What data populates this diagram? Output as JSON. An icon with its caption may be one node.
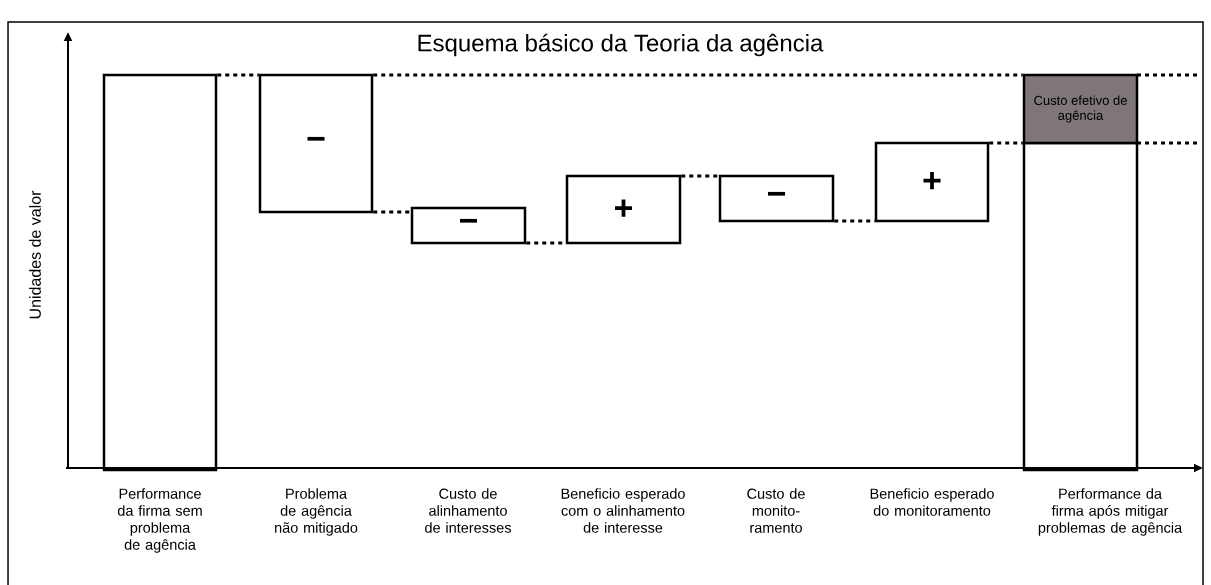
{
  "diagram": {
    "title": "Esquema básico da Teoria da agência",
    "nodes": [
      {
        "text": [],
        "shape": "bar"
      },
      {
        "text": [
          "−"
        ]
      },
      {
        "text": [
          "−"
        ]
      },
      {
        "text": [
          "+"
        ]
      },
      {
        "text": [
          "−"
        ]
      },
      {
        "text": [
          "+"
        ]
      },
      {
        "text": [],
        "shape": "bar"
      },
      {
        "text": [
          "Custo efetivo de agência"
        ]
      }
    ],
    "edges": [
      {
        "from": 0,
        "to": 1,
        "arrow": "none",
        "style": "dashed"
      },
      {
        "from": 1,
        "to": 2,
        "arrow": "none",
        "style": "dashed"
      },
      {
        "from": 2,
        "to": 3,
        "arrow": "none",
        "style": "dashed"
      },
      {
        "from": 3,
        "to": 4,
        "arrow": "none",
        "style": "dashed"
      },
      {
        "from": 4,
        "to": 5,
        "arrow": "none",
        "style": "dashed"
      },
      {
        "from": 5,
        "to": 6,
        "arrow": "none",
        "style": "dashed"
      },
      {
        "from": 1,
        "to": 7,
        "arrow": "none",
        "style": "dashed"
      }
    ],
    "labels": [
      "Unidades de valor",
      "Performance da firma sem problema de agência",
      "Problema de agência não mitigado",
      "Custo de alinhamento de interesses",
      "Beneficio esperado com o alinhamento de interesse",
      "Custo de monito- ramento",
      "Beneficio esperado do monitoramento",
      "Performance da firma após mitigar problemas de agência"
    ]
  }
}
